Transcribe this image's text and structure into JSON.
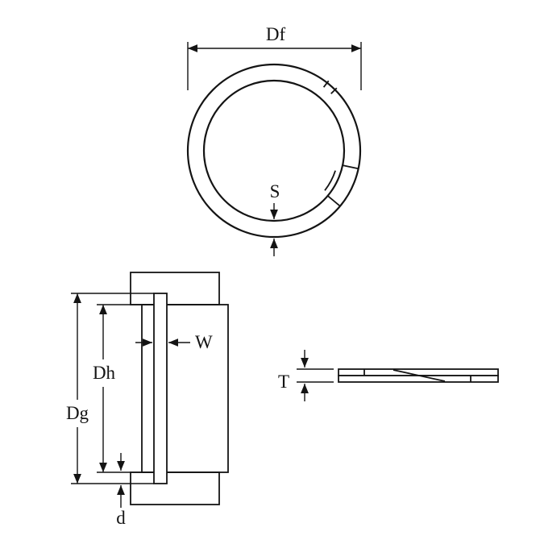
{
  "figure": {
    "kind": "engineering-dimension-diagram",
    "subject": "spiral retaining ring — front view, installed section view, edge view",
    "colors": {
      "line": "#141414",
      "background": "#ffffff"
    },
    "labels": {
      "free_diameter": "Df",
      "radial_wall_section": "S",
      "ring_radial_width": "W",
      "bore_diameter": "Dh",
      "groove_diameter": "Dg",
      "groove_depth": "d",
      "material_thickness": "T"
    }
  }
}
